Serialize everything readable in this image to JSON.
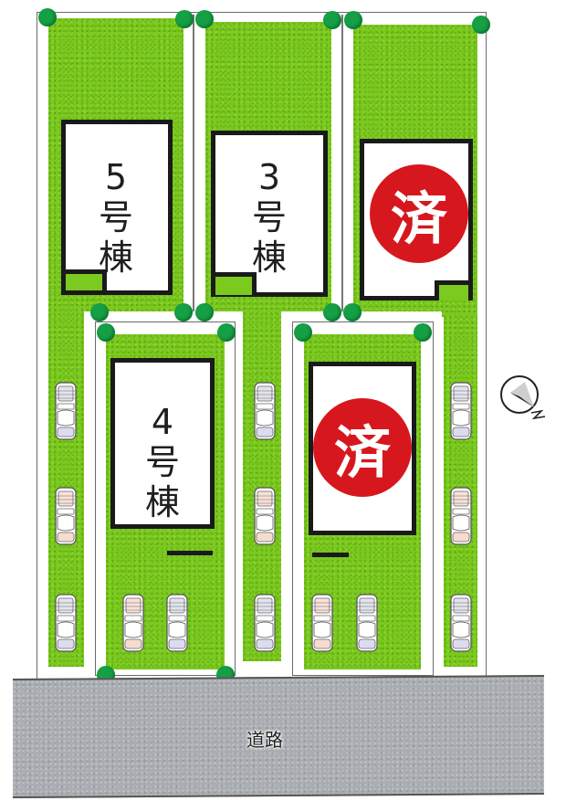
{
  "diagram": {
    "type": "site-plan",
    "lots": [
      {
        "id": "lot-5",
        "line1": "5",
        "line2": "号",
        "line3": "棟",
        "status": "available"
      },
      {
        "id": "lot-3",
        "line1": "3",
        "line2": "号",
        "line3": "棟",
        "status": "available"
      },
      {
        "id": "lot-top-right",
        "sold_label": "済",
        "status": "sold"
      },
      {
        "id": "lot-4",
        "line1": "4",
        "line2": "号",
        "line3": "棟",
        "status": "available"
      },
      {
        "id": "lot-bottom-right",
        "sold_label": "済",
        "status": "sold"
      }
    ],
    "road": {
      "label": "道路"
    },
    "compass": {
      "icon": "north-arrow-icon",
      "letter": "N"
    },
    "colors": {
      "lawn": "#7cc91f",
      "tree": "#16a046",
      "sold_badge": "#d7171e",
      "road": "#a9adb2",
      "house_outline": "#1a1a1a"
    }
  }
}
